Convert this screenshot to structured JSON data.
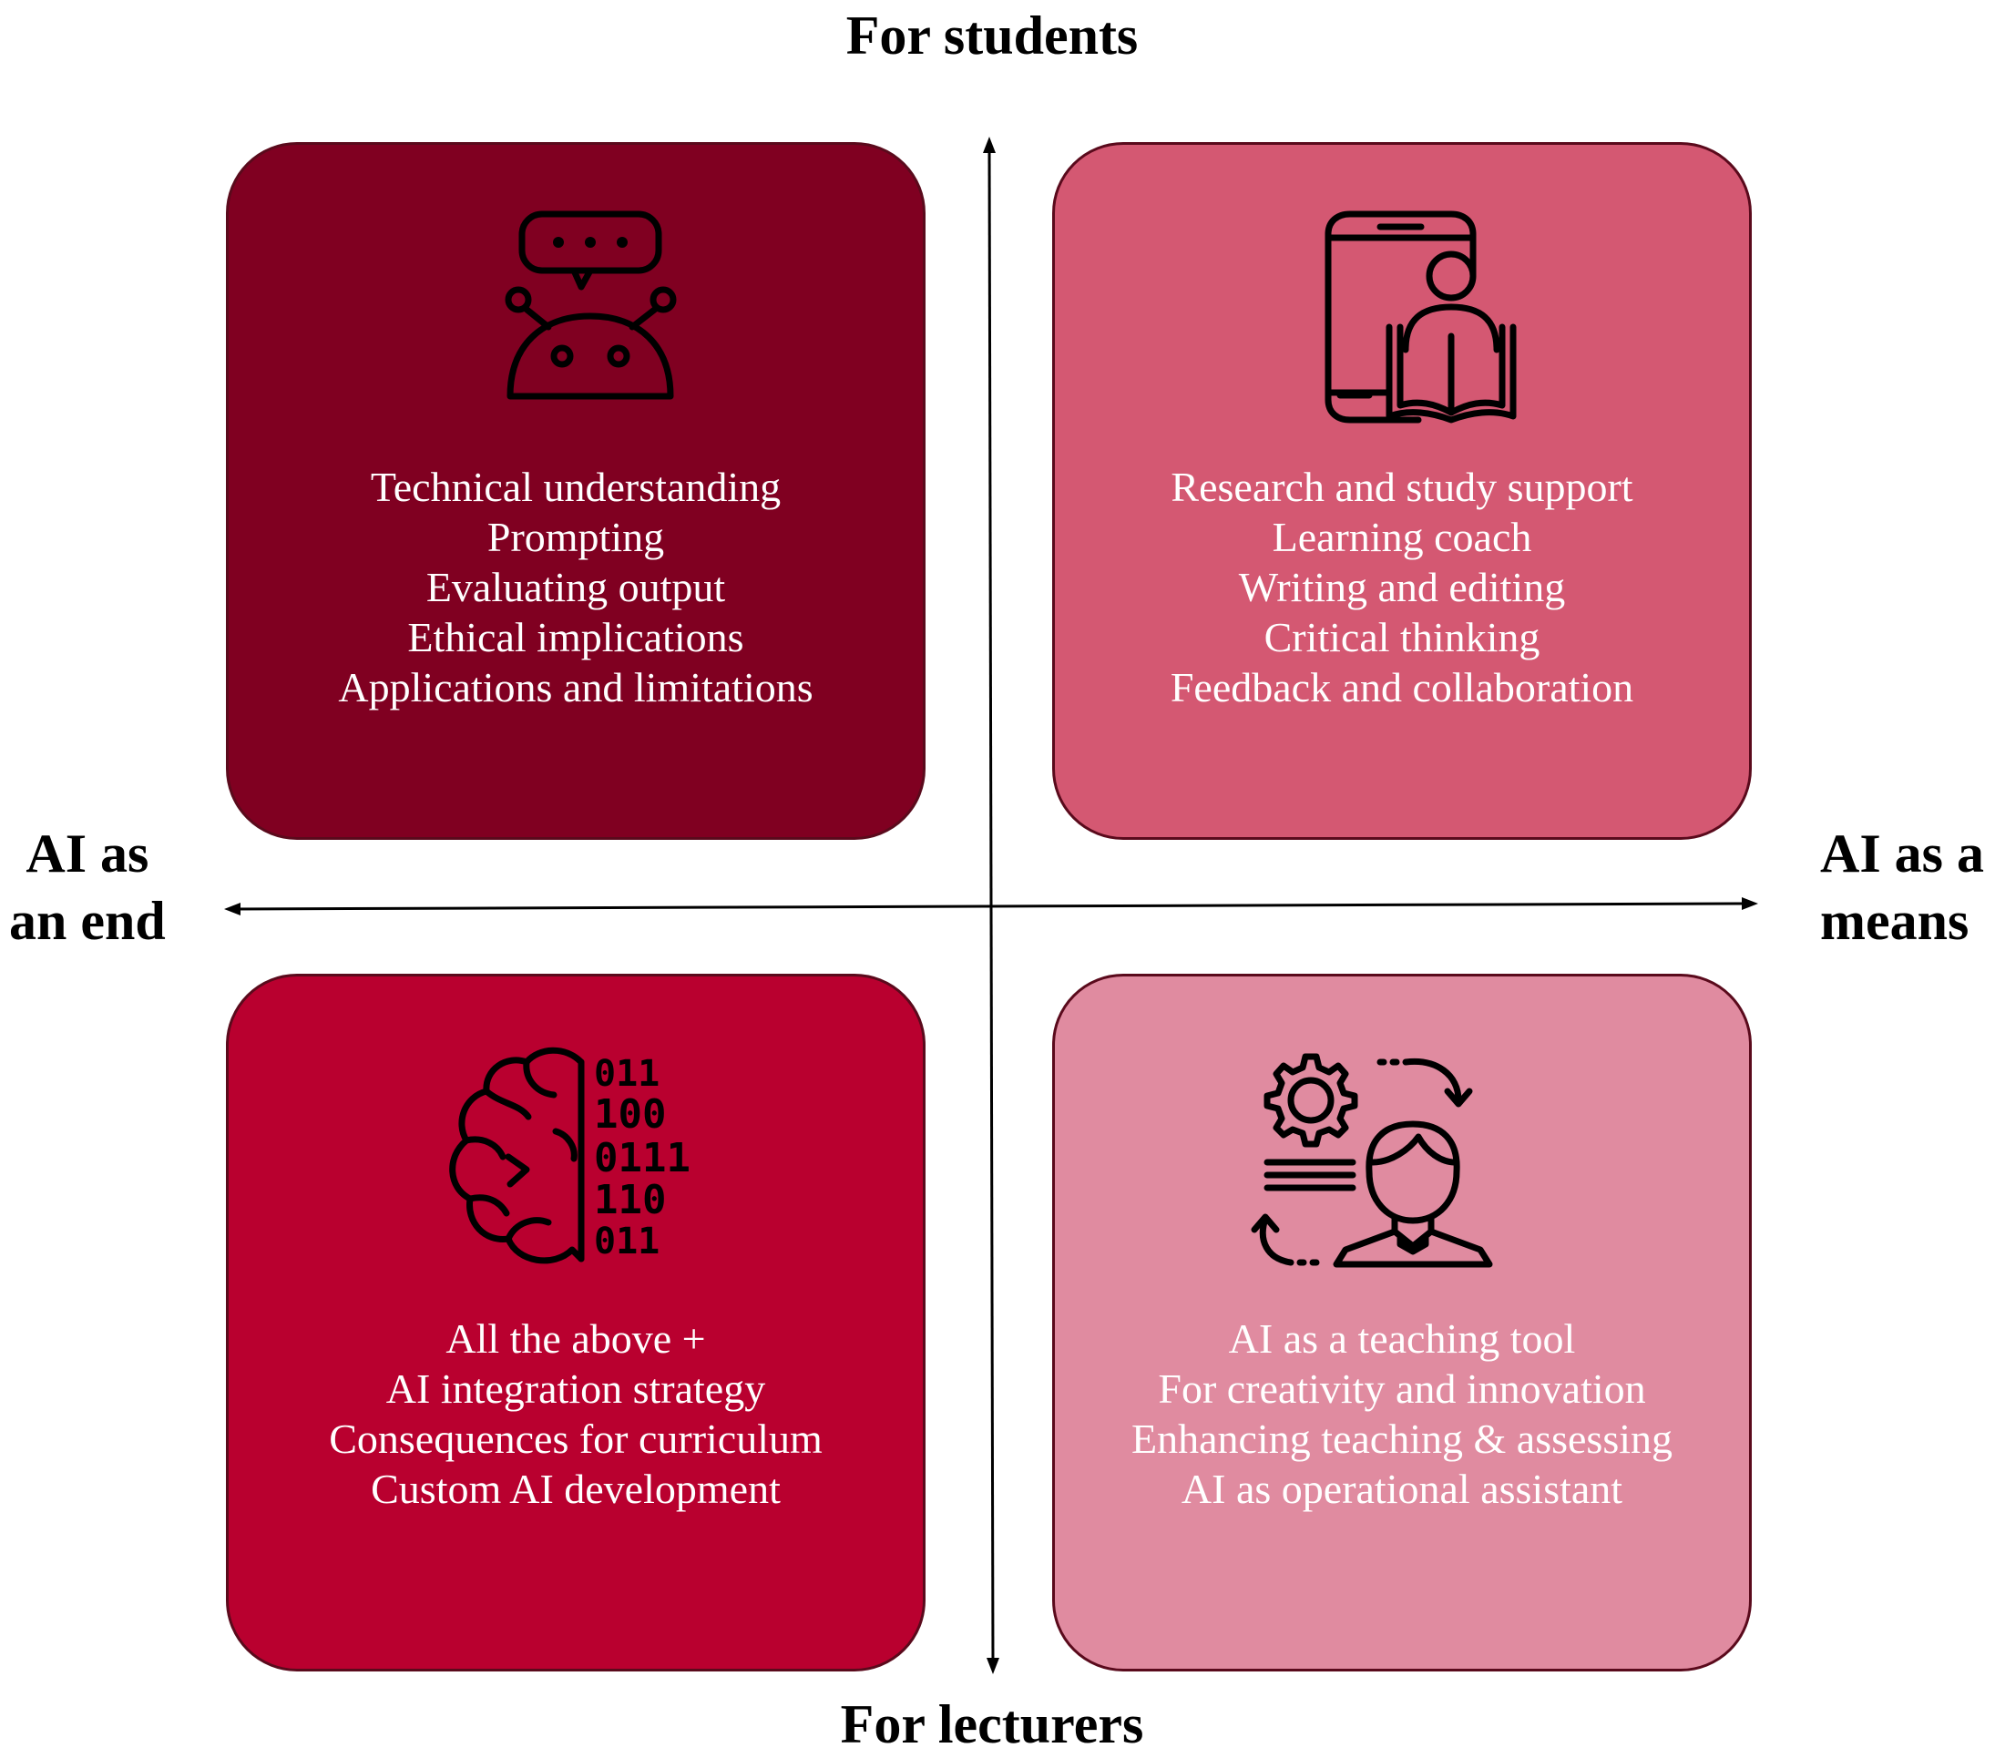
{
  "axes": {
    "top": "For students",
    "bottom": "For lecturers",
    "left": [
      "AI as",
      "an end"
    ],
    "right": [
      "AI as a",
      "means"
    ]
  },
  "colors": {
    "top_left": "#800021",
    "top_right": "#d45872",
    "bottom_left": "#b9002f",
    "bottom_right": "#e08ba0",
    "outline": "#5a0a1c",
    "icon_stroke": "#000000",
    "text": "#ffffff"
  },
  "quadrants": {
    "top_left": {
      "icon": "chatbot-robot-icon",
      "items": [
        "Technical understanding",
        "Prompting",
        "Evaluating output",
        "Ethical implications",
        "Applications and limitations"
      ]
    },
    "top_right": {
      "icon": "mobile-reader-icon",
      "items": [
        "Research and study support",
        "Learning coach",
        "Writing and editing",
        "Critical thinking",
        "Feedback and collaboration"
      ]
    },
    "bottom_left": {
      "icon": "brain-binary-icon",
      "items": [
        "All the above +",
        "AI integration strategy",
        "Consequences for curriculum",
        "Custom AI development"
      ]
    },
    "bottom_right": {
      "icon": "teacher-gear-cycle-icon",
      "items": [
        "AI as a teaching tool",
        "For creativity and innovation",
        "Enhancing teaching & assessing",
        "AI as operational assistant"
      ]
    }
  },
  "binary_digits": [
    "011",
    "100",
    "0111",
    "110",
    "011"
  ]
}
